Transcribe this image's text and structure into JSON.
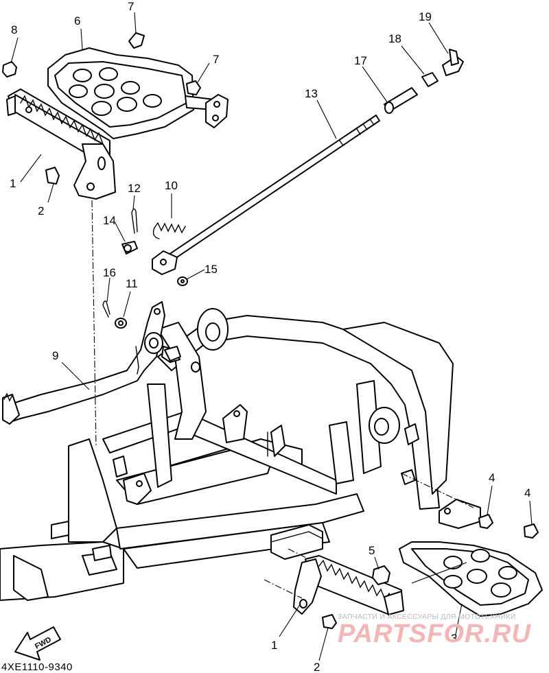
{
  "diagram": {
    "drawing_code": "4XE1110-9340",
    "direction_label": "FWD",
    "watermark": {
      "tagline": "ЗАПЧАСТИ И АКСЕССУАРЫ ДЛЯ МОТОТЕХНИКИ",
      "brand": "PARTSFOR.RU"
    },
    "callouts": {
      "c1a": "1",
      "c1b": "1",
      "c2a": "2",
      "c2b": "2",
      "c3": "3",
      "c4a": "4",
      "c4b": "4",
      "c5": "5",
      "c6": "6",
      "c7a": "7",
      "c7b": "7",
      "c8": "8",
      "c9": "9",
      "c10": "10",
      "c11": "11",
      "c12": "12",
      "c13": "13",
      "c14": "14",
      "c15": "15",
      "c16": "16",
      "c17": "17",
      "c18": "18",
      "c19": "19"
    }
  }
}
